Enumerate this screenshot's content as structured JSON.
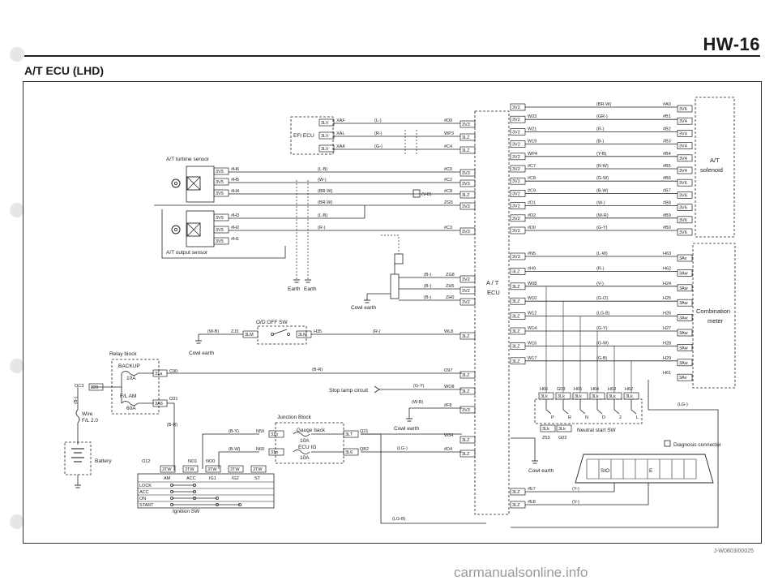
{
  "header": {
    "page_code": "HW-16",
    "section_title": "A/T ECU (LHD)"
  },
  "components": {
    "efi_ecu": "EFI ECU",
    "turbine_sensor": "A/T turbine sensor",
    "output_sensor": "A/T output sensor",
    "earth_1": "Earth",
    "earth_2": "Earth",
    "cowl_earth_1": "Cowl earth",
    "cowl_earth_2": "Cowl earth",
    "cowl_earth_3": "Cowl earth",
    "cowl_earth_4": "Cowl earth",
    "od_off_sw": "O/D OFF SW",
    "relay_block": "Relay block",
    "backup_fuse": "BACKUP",
    "backup_amp": "10A",
    "fl_am_fuse": "F/L AM",
    "fl_am_amp": "60A",
    "wire": "Wire",
    "wire_size": "F/L 2.0",
    "battery": "Battery",
    "junction_block": "Junction Block",
    "gauge_back": "Gauge back",
    "gauge_amp": "10A",
    "ecu_ig": "ECU IG",
    "ecu_ig_amp": "10A",
    "stop_lamp": "Stop lamp circuit",
    "at_ecu_line1": "A / T",
    "at_ecu_line2": "ECU",
    "at_solenoid_line1": "A/T",
    "at_solenoid_line2": "solenoid",
    "combination_meter_line1": "Combination",
    "combination_meter_line2": "meter",
    "neutral_start_sw": "Neutral start SW",
    "diagnosis_connector": "Diagnosis connector",
    "sio": "SIO",
    "e_pin": "E",
    "ignition_sw": "Ignition SW",
    "lg_wire": "(LG-)",
    "lgb_wire": "(LG-B)",
    "b_wire_vert": "(B-)"
  },
  "ignition_table": {
    "headers": [
      "AM",
      "ACC",
      "IG1",
      "IG2",
      "ST"
    ],
    "rows": [
      "LOCK",
      "ACC",
      "ON",
      "START"
    ],
    "connectors": [
      "3TW",
      "3TW",
      "3TW",
      "3TW",
      "3TW"
    ],
    "pins_top": [
      "O12",
      "NO1",
      "NO0"
    ]
  },
  "efi_pins": [
    {
      "conn": "3LV",
      "pin": "XAF",
      "wire": "(L-)",
      "ecu_pin": "#D9",
      "ecu_conn": "3V3"
    },
    {
      "conn": "3LV",
      "pin": "XAL",
      "wire": "(R-)",
      "ecu_pin": "WP3",
      "ecu_conn": "3LZ"
    },
    {
      "conn": "3LV",
      "pin": "XAK",
      "wire": "(G-)",
      "ecu_pin": "#C4",
      "ecu_conn": "3LZ"
    }
  ],
  "sensor_pins": [
    {
      "conn": "3V5",
      "pin": "#H6",
      "wire": "(L-B)",
      "ecu_pin": "#C0",
      "ecu_conn": "3V3"
    },
    {
      "conn": "3V5",
      "pin": "#H5",
      "wire": "(W-)",
      "ecu_pin": "#C2",
      "ecu_conn": "3V3"
    },
    {
      "conn": "3V5",
      "pin": "#H4",
      "wire": "(BR-W)",
      "ecu_pin": "#C8",
      "ecu_conn": "3LZ"
    },
    {
      "conn": "",
      "pin": "",
      "wire": "(BR-W)",
      "ecu_pin": "ZG5",
      "ecu_conn": "3V3"
    },
    {
      "conn": "3V5",
      "pin": "#H3",
      "wire": "(L-B)",
      "ecu_pin": "",
      "ecu_conn": ""
    },
    {
      "conn": "3V5",
      "pin": "#H2",
      "wire": "(R-)",
      "ecu_pin": "#C3",
      "ecu_conn": "3V3"
    },
    {
      "conn": "3V5",
      "pin": "#H1",
      "wire": "",
      "ecu_pin": "",
      "ecu_conn": ""
    }
  ],
  "vb_wire": "(V-B)",
  "earth_pins": [
    {
      "wire": "(B-)",
      "ecu_pin": "ZG8",
      "ecu_conn": "3V2"
    },
    {
      "wire": "(B-)",
      "ecu_pin": "ZH5",
      "ecu_conn": "3V2"
    },
    {
      "wire": "(B-)",
      "ecu_pin": "ZH0",
      "ecu_conn": "3V2"
    }
  ],
  "od_pins": {
    "wire_left": "(W-B)",
    "pin_left": "ZJ3",
    "conn_left": "3LM",
    "conn_right": "3LM",
    "pin_right": "H35",
    "wire": "(R-)",
    "ecu_pin": "WL8",
    "ecu_conn": "3LZ"
  },
  "left_bottom_pins": [
    {
      "label": "C90",
      "conn": "31a",
      "wire": "(B-R)",
      "ecu_pin": "O97",
      "ecu_conn": "3LZ"
    },
    {
      "label": "",
      "conn": "",
      "wire": "(G-Y)",
      "ecu_pin": "WO8",
      "ecu_conn": "3LZ"
    },
    {
      "label": "",
      "conn": "",
      "wire": "(W-B)",
      "ecu_pin": "#F8",
      "ecu_conn": "3V3"
    },
    {
      "label": "",
      "conn": "",
      "wire": "",
      "ecu_pin": "W34",
      "ecu_conn": "3LZ"
    },
    {
      "label": "",
      "conn": "",
      "wire": "(LG-)",
      "ecu_pin": "#D4",
      "ecu_conn": "3LZ"
    }
  ],
  "relay_pins": {
    "oc3": "OC3",
    "oc3_conn": "220",
    "o31": "O31",
    "o31_conn": "3A6",
    "br_wire": "(B-R)"
  },
  "jb_pins": [
    {
      "wire": "(B-Y)",
      "pin": "N59",
      "conn": "31n",
      "out_conn": "3LT",
      "out_pin": "Q21"
    },
    {
      "wire": "(B-W)",
      "pin": "N60",
      "conn": "31n",
      "out_conn": "3L6",
      "out_pin": "QB2"
    }
  ],
  "right_top_pins": [
    {
      "conn": "3V2",
      "pin": "",
      "wire": "(BR-W)",
      "sol_pin": "#A0",
      "sol_conn": "3V6"
    },
    {
      "conn": "3V2",
      "pin": "W23",
      "wire": "(GR-)",
      "sol_pin": "#B1",
      "sol_conn": "3V4"
    },
    {
      "conn": "3V2",
      "pin": "W21",
      "wire": "(R-)",
      "sol_pin": "#B2",
      "sol_conn": "3V4"
    },
    {
      "conn": "3V2",
      "pin": "W19",
      "wire": "(B-)",
      "sol_pin": "#B3",
      "sol_conn": "3V4"
    },
    {
      "conn": "3V2",
      "pin": "WP4",
      "wire": "(Y-B)",
      "sol_pin": "#B4",
      "sol_conn": "3V4"
    },
    {
      "conn": "3V2",
      "pin": "#C7",
      "wire": "(R-W)",
      "sol_pin": "#B5",
      "sol_conn": "3V4"
    },
    {
      "conn": "3V2",
      "pin": "#C8",
      "wire": "(G-W)",
      "sol_pin": "#B6",
      "sol_conn": "3V6"
    },
    {
      "conn": "3V2",
      "pin": "#C9",
      "wire": "(B-W)",
      "sol_pin": "#B7",
      "sol_conn": "3V6"
    },
    {
      "conn": "3V2",
      "pin": "#D1",
      "wire": "(W-)",
      "sol_pin": "#B8",
      "sol_conn": "3V6"
    },
    {
      "conn": "3V2",
      "pin": "#D2",
      "wire": "(W-R)",
      "sol_pin": "#B9",
      "sol_conn": "3V6"
    },
    {
      "conn": "3V2",
      "pin": "#D0",
      "wire": "(G-Y)",
      "sol_pin": "#B0",
      "sol_conn": "3V6"
    }
  ],
  "right_mid_pins": [
    {
      "conn": "3V3",
      "pin": "#N5",
      "wire": "(L-W)",
      "cm_pin": "H63",
      "cm_conn": "3Av"
    },
    {
      "conn": "3LZ",
      "pin": "#H9",
      "wire": "(R-)",
      "cm_pin": "H62",
      "cm_conn": "3Aw"
    },
    {
      "conn": "3LZ",
      "pin": "W08",
      "wire": "(V-)",
      "cm_pin": "H24",
      "cm_conn": "3Aw"
    },
    {
      "conn": "3LZ",
      "pin": "W10",
      "wire": "(G-O)",
      "cm_pin": "H25",
      "cm_conn": "3Aw"
    },
    {
      "conn": "3LZ",
      "pin": "W12",
      "wire": "(LG-B)",
      "cm_pin": "H26",
      "cm_conn": "3Aw"
    },
    {
      "conn": "3LZ",
      "pin": "W14",
      "wire": "(G-Y)",
      "cm_pin": "H27",
      "cm_conn": "3Aw"
    },
    {
      "conn": "3LZ",
      "pin": "W16",
      "wire": "(G-W)",
      "cm_pin": "H28",
      "cm_conn": "3Aw"
    },
    {
      "conn": "3LZ",
      "pin": "W17",
      "wire": "(G-B)",
      "cm_pin": "H29",
      "cm_conn": "3Aw"
    },
    {
      "conn": "",
      "pin": "",
      "wire": "",
      "cm_pin": "H61",
      "cm_conn": "3Av"
    }
  ],
  "nsw_pins": [
    "H66",
    "G03",
    "H65",
    "H64",
    "H63",
    "H62"
  ],
  "nsw_conns": [
    "3Lk",
    "3Lk",
    "3Lk",
    "3Lk",
    "3Lk",
    "3Lk"
  ],
  "nsw_positions": [
    "P",
    "R",
    "N",
    "D",
    "2",
    "L"
  ],
  "nsw_bottom": [
    {
      "conn": "3Lk",
      "pin": "Z53"
    },
    {
      "conn": "3Lk",
      "pin": "G02"
    }
  ],
  "right_bottom_pins": [
    {
      "conn": "3LZ",
      "pin": "#E7",
      "wire": "(Y-)"
    },
    {
      "conn": "3LZ",
      "pin": "#E8",
      "wire": "(V-)"
    }
  ],
  "footer_code": "J-W0803/00025",
  "watermark": "carmanualsonline.info"
}
